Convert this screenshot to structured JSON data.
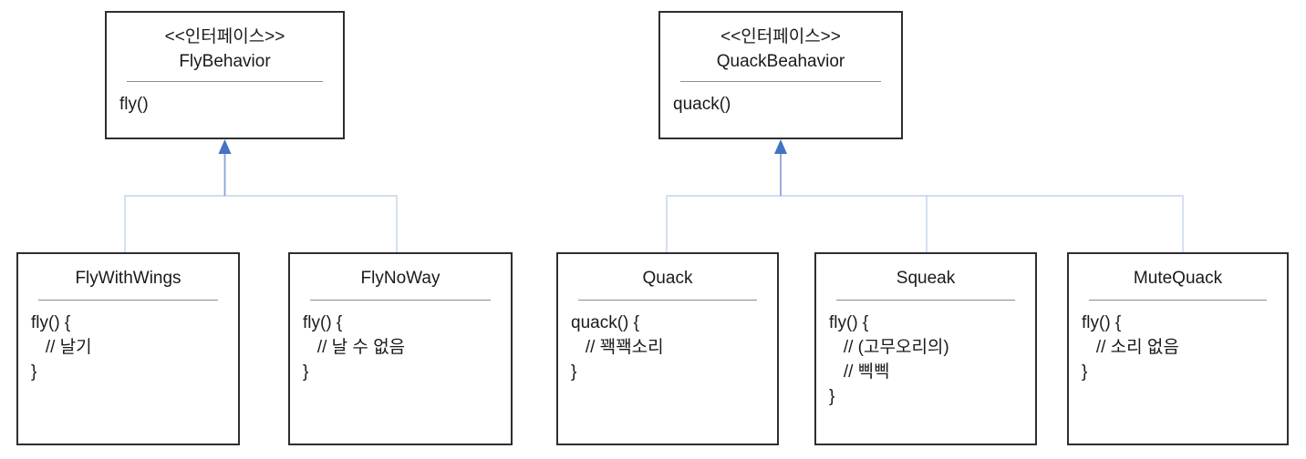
{
  "colors": {
    "background": "#ffffff",
    "text": "#1a1a1a",
    "box_border": "#2e2e2e",
    "separator": "#8c8c8c",
    "connector_branch": "#c3d2ec",
    "connector_shaft": "#8aa3d8",
    "arrowhead": "#4472c4"
  },
  "interfaces": [
    {
      "stereotype": "<<인터페이스>>",
      "name": "FlyBehavior",
      "methods": [
        "fly()"
      ]
    },
    {
      "stereotype": "<<인터페이스>>",
      "name": "QuackBeahavior",
      "methods": [
        "quack()"
      ]
    }
  ],
  "classes": [
    {
      "name": "FlyWithWings",
      "code": [
        "fly() {",
        "   // 날기",
        "}"
      ]
    },
    {
      "name": "FlyNoWay",
      "code": [
        "fly() {",
        "   // 날 수 없음",
        "}"
      ]
    },
    {
      "name": "Quack",
      "code": [
        "quack() {",
        "   // 꽥꽥소리",
        "}"
      ]
    },
    {
      "name": "Squeak",
      "code": [
        "fly() {",
        "   // (고무오리의)",
        "   // 삑삑",
        "}"
      ]
    },
    {
      "name": "MuteQuack",
      "code": [
        "fly() {",
        "   // 소리 없음",
        "}"
      ]
    }
  ]
}
